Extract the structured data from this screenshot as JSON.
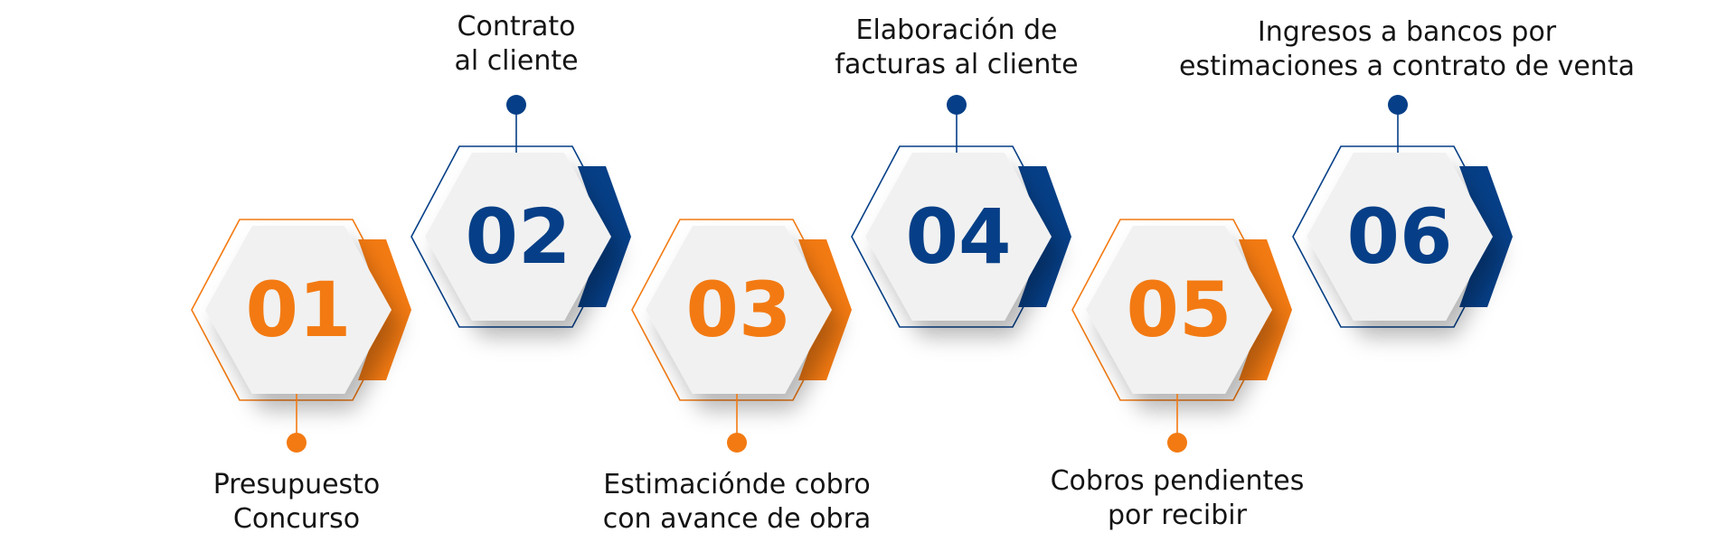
{
  "colors": {
    "orange": "#f37a12",
    "navy": "#063f87",
    "hex_fill": "#f1f1f1",
    "text": "#141414"
  },
  "steps": [
    {
      "number": "01",
      "accent": "orange",
      "label_position": "bottom",
      "label_lines": [
        "Presupuesto",
        "Concurso"
      ]
    },
    {
      "number": "02",
      "accent": "navy",
      "label_position": "top",
      "label_lines": [
        "Contrato",
        "al cliente"
      ]
    },
    {
      "number": "03",
      "accent": "orange",
      "label_position": "bottom",
      "label_lines": [
        "Estimaciónde cobro",
        "con  avance de obra"
      ]
    },
    {
      "number": "04",
      "accent": "navy",
      "label_position": "top",
      "label_lines": [
        "Elaboración de",
        "facturas al cliente"
      ]
    },
    {
      "number": "05",
      "accent": "orange",
      "label_position": "bottom",
      "label_lines": [
        "Cobros  pendientes",
        "por recibir"
      ]
    },
    {
      "number": "06",
      "accent": "navy",
      "label_position": "top",
      "label_lines": [
        "Ingresos a bancos por",
        "estimaciones a contrato de venta"
      ]
    }
  ]
}
